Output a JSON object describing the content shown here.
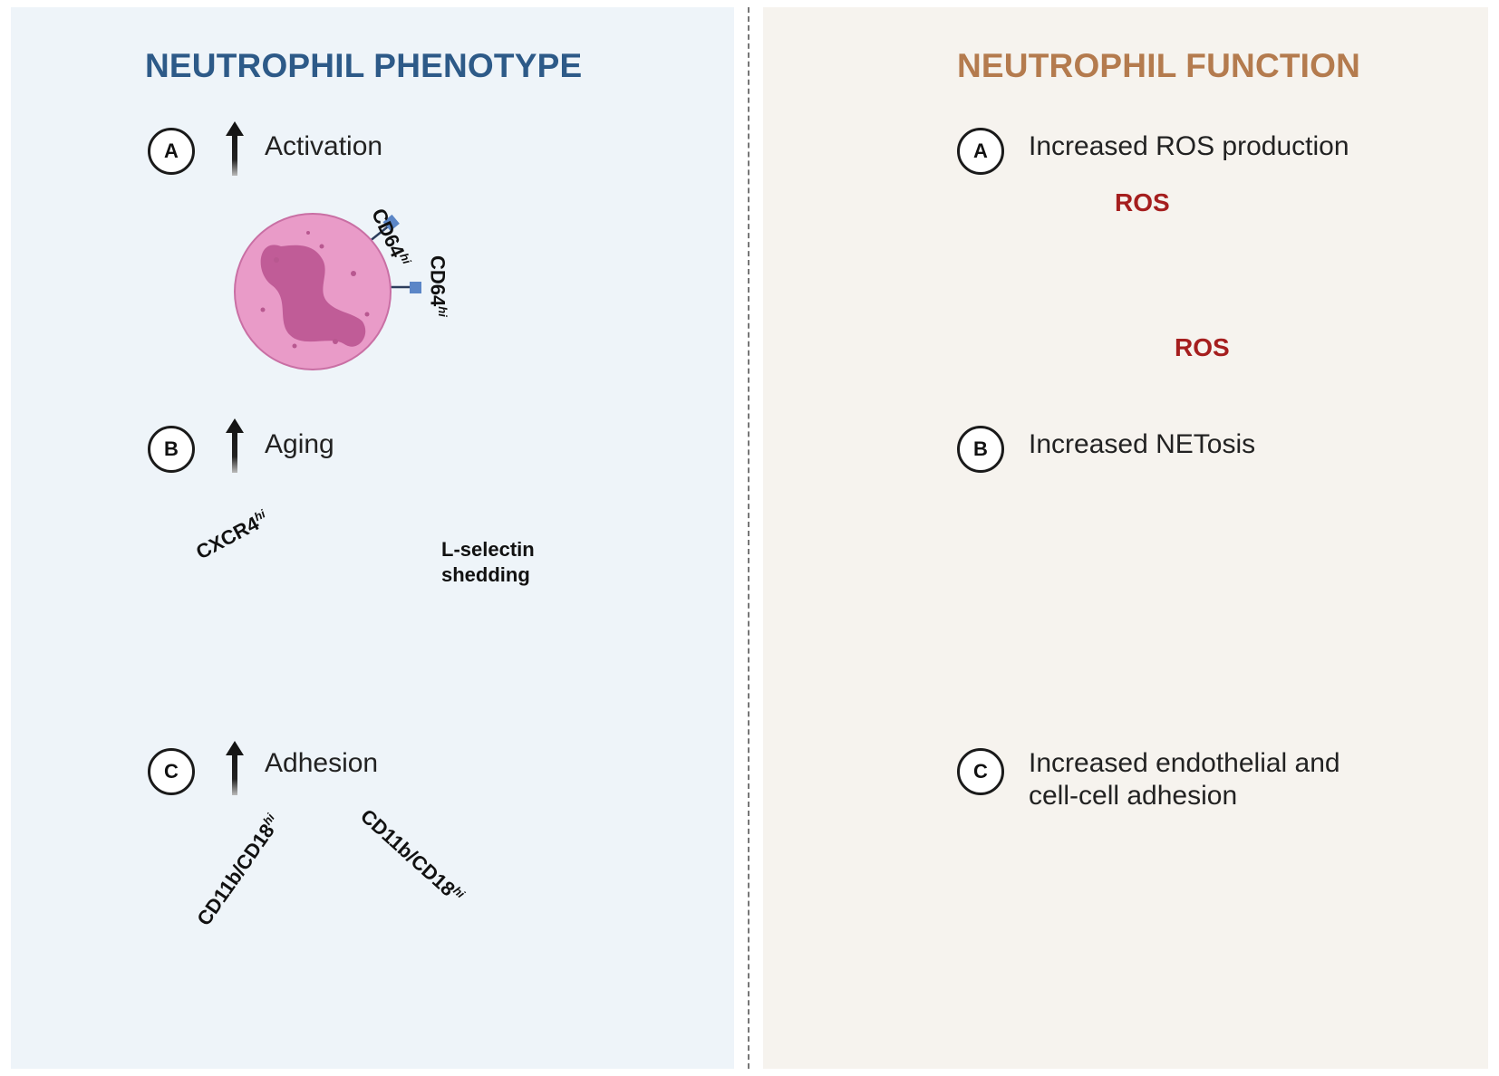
{
  "left": {
    "title": "NEUTROPHIL PHENOTYPE",
    "sections": [
      {
        "letter": "A",
        "label": "Activation"
      },
      {
        "letter": "B",
        "label": "Aging"
      },
      {
        "letter": "C",
        "label": "Adhesion"
      }
    ],
    "markers": {
      "cd64": "CD64",
      "cxcr4": "CXCR4",
      "cd11b": "CD11b/CD18",
      "hi": "hi",
      "lselectin_line1": "L-selectin",
      "lselectin_line2": "shedding"
    }
  },
  "right": {
    "title": "NEUTROPHIL FUNCTION",
    "sections": [
      {
        "letter": "A",
        "label": "Increased ROS production"
      },
      {
        "letter": "B",
        "label": "Increased NETosis"
      },
      {
        "letter": "C",
        "label_line1": "Increased endothelial and",
        "label_line2": "cell-cell adhesion"
      }
    ],
    "ros": "ROS"
  },
  "colors": {
    "left_bg": "#eef4f9",
    "right_bg": "#f6f3ee",
    "left_title": "#2d5a88",
    "right_title": "#b47b4e",
    "cell_fill": "#e99bc8",
    "nucleus_fill": "#c05c97",
    "receptor": "#5b86c7",
    "ros_red": "#a51e1e",
    "vessel": "#f9d6d6",
    "rbc": "#c2202a"
  }
}
